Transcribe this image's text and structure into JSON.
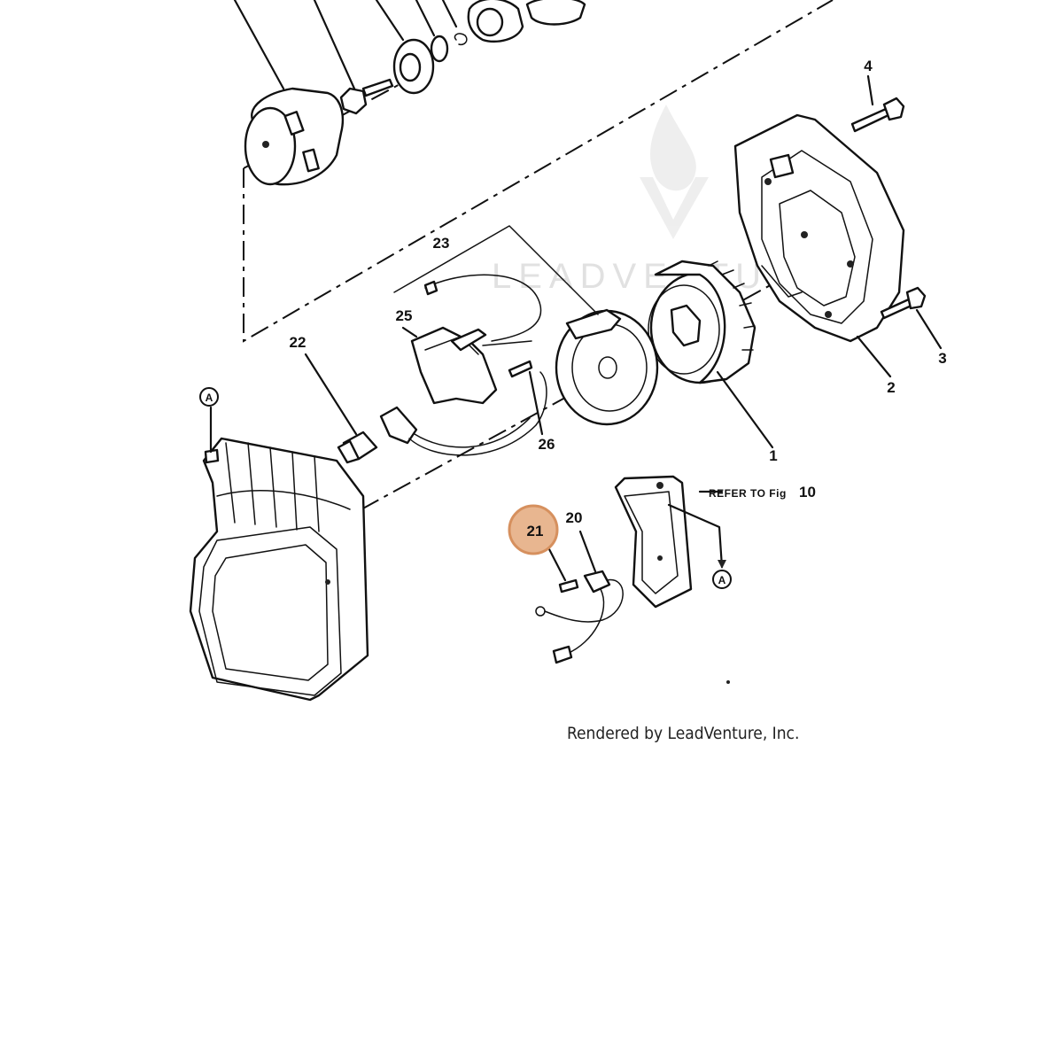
{
  "diagram": {
    "callouts": [
      "1",
      "2",
      "3",
      "4",
      "20",
      "21",
      "22",
      "23",
      "25",
      "26"
    ],
    "highlighted_callout": "21",
    "reference_markers": [
      "A",
      "A"
    ],
    "refer_note": {
      "prefix": "REFER TO Fig",
      "figure": "10"
    },
    "watermark": "LEADVENTUR",
    "credit": "Rendered by LeadVenture, Inc."
  },
  "colors": {
    "highlight_fill": "#e8b690",
    "highlight_stroke": "#d6905e",
    "ink": "#111111",
    "watermark": "#c9c9c9"
  }
}
